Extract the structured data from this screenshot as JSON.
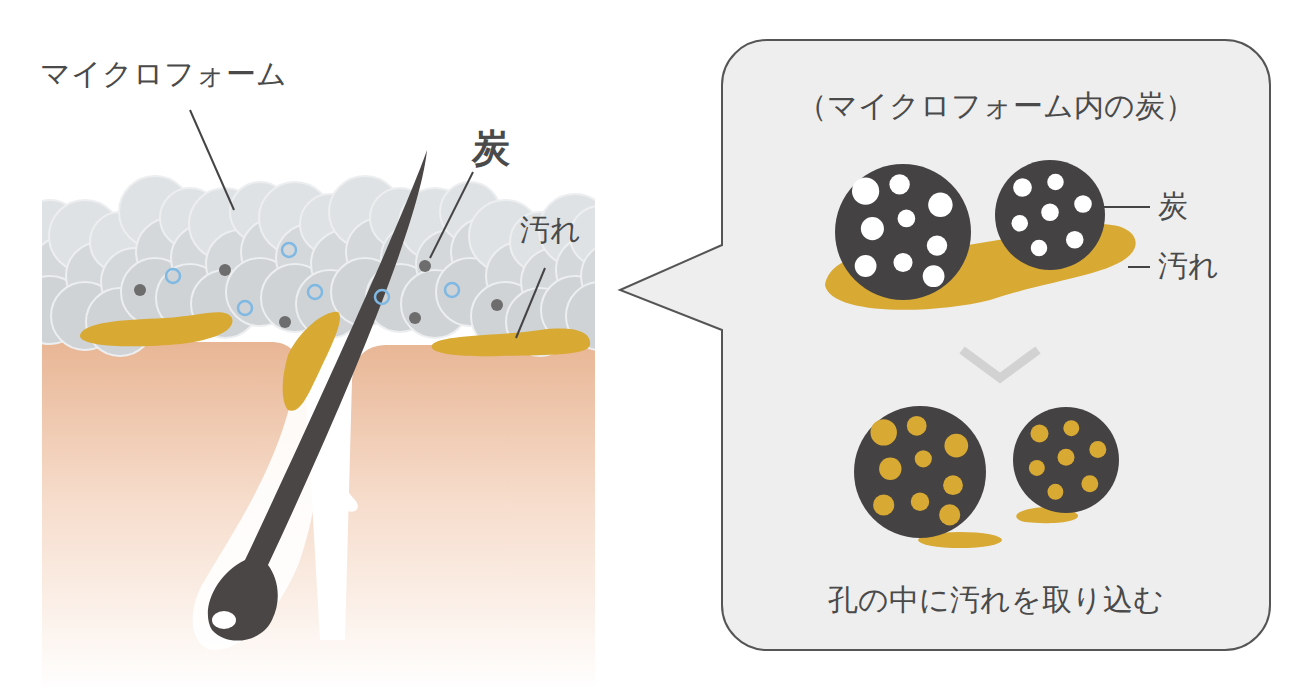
{
  "diagram": {
    "nodes": [
      {
        "text": [
          "（マイクロフォーム内の炭）",
          "孔の中に汚れを取り込む"
        ]
      }
    ],
    "labels": [
      "マイクロフォーム",
      "炭",
      "汚れ",
      "炭",
      "汚れ"
    ]
  }
}
